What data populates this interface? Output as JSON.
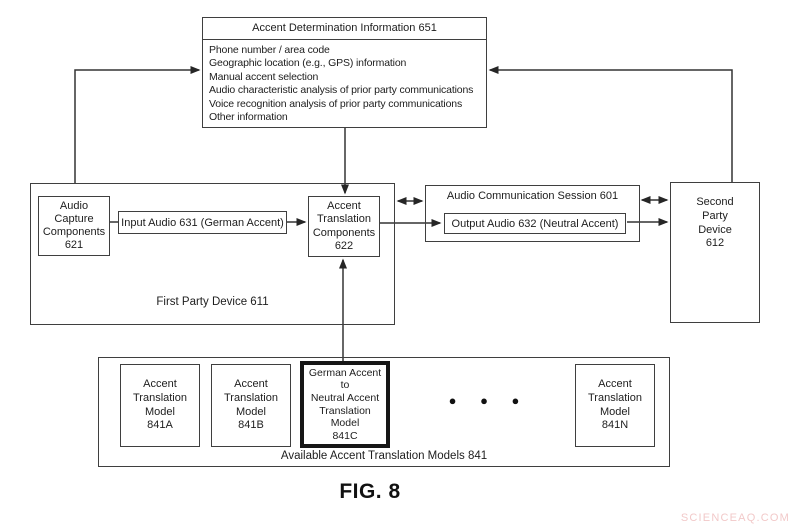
{
  "accent_determination": {
    "title": "Accent Determination Information 651",
    "items": [
      "Phone number / area code",
      "Geographic location (e.g., GPS) information",
      "Manual accent selection",
      "Audio characteristic analysis of prior party communications",
      "Voice recognition analysis of prior party communications",
      "Other information"
    ]
  },
  "first_party_device": {
    "label": "First Party Device 611",
    "audio_capture": "Audio\nCapture\nComponents\n621",
    "input_audio": "Input Audio 631 (German Accent)",
    "accent_translation": "Accent\nTranslation\nComponents\n622"
  },
  "audio_session": {
    "title": "Audio Communication Session 601",
    "output_audio": "Output Audio 632 (Neutral Accent)"
  },
  "second_party_device": {
    "label": "Second\nParty\nDevice\n612"
  },
  "available_models": {
    "label": "Available Accent Translation Models 841",
    "model_a": "Accent\nTranslation\nModel\n841A",
    "model_b": "Accent\nTranslation\nModel\n841B",
    "model_c": "German Accent\nto\nNeutral Accent\nTranslation\nModel\n841C",
    "ellipsis": "● ● ●",
    "model_n": "Accent\nTranslation\nModel\n841N"
  },
  "figure": {
    "caption": "FIG. 8"
  },
  "watermark": {
    "text": "SCIENCEAQ.COM",
    "color": "#f2c9c9"
  }
}
